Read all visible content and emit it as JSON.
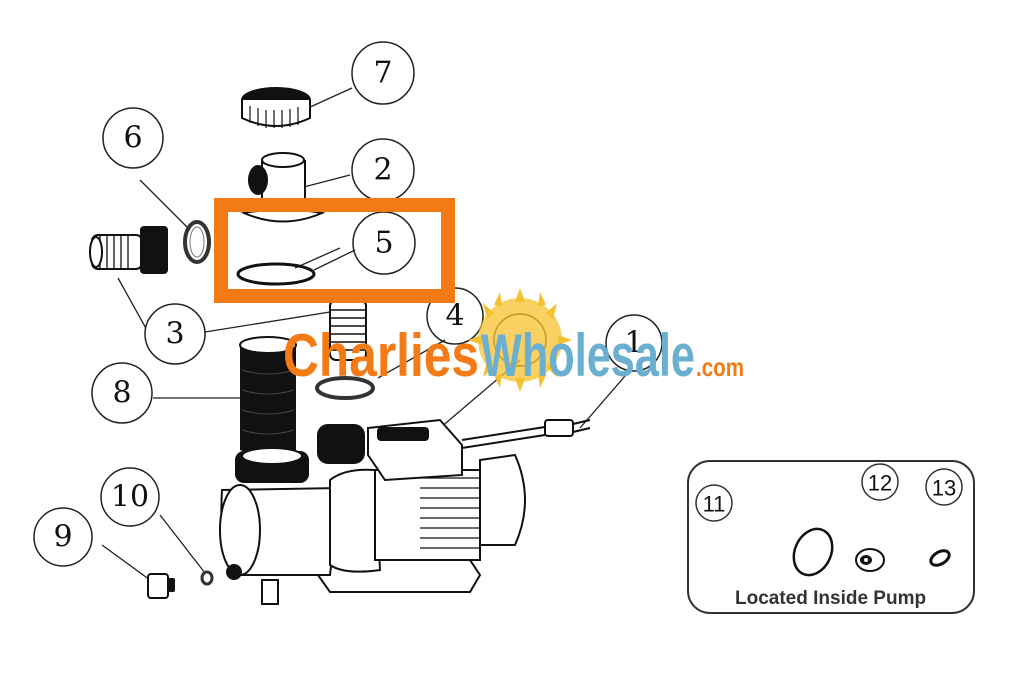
{
  "diagram": {
    "type": "exploded-parts-diagram",
    "subject": "pool pump",
    "callouts": [
      {
        "id": "1",
        "label": "1",
        "part": "power cord plug"
      },
      {
        "id": "2",
        "label": "2",
        "part": "inlet/outlet union tee"
      },
      {
        "id": "3",
        "label": "3",
        "part": "hose adapter fittings"
      },
      {
        "id": "4",
        "label": "4",
        "part": "union o-ring"
      },
      {
        "id": "5",
        "label": "5",
        "part": "o-ring (highlighted)"
      },
      {
        "id": "6",
        "label": "6",
        "part": "o-ring"
      },
      {
        "id": "7",
        "label": "7",
        "part": "union nut"
      },
      {
        "id": "8",
        "label": "8",
        "part": "strainer basket"
      },
      {
        "id": "9",
        "label": "9",
        "part": "drain plug"
      },
      {
        "id": "10",
        "label": "10",
        "part": "drain plug o-ring"
      },
      {
        "id": "11",
        "label": "11",
        "part": "o-ring"
      },
      {
        "id": "12",
        "label": "12",
        "part": "impeller"
      },
      {
        "id": "13",
        "label": "13",
        "part": "shaft seal"
      }
    ],
    "highlight": {
      "target": "5",
      "color": "#f47a15"
    },
    "inset": {
      "caption": "Located Inside Pump",
      "callouts": [
        "11",
        "12",
        "13"
      ]
    }
  },
  "watermark": {
    "part1": "Charlies",
    "part2": "Wholesale",
    "part3": ".com",
    "colors": {
      "orange": "#f47a15",
      "blue": "#6aaed0",
      "sun": "#f5c12e"
    }
  }
}
